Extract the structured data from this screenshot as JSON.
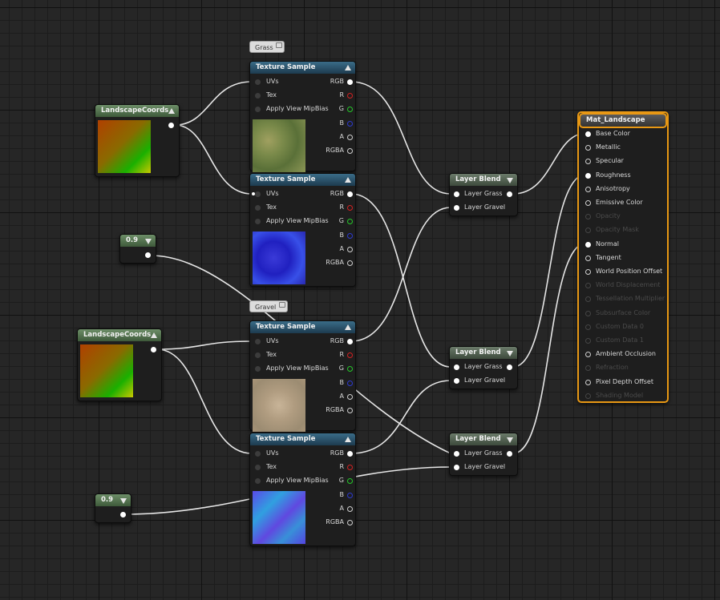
{
  "comments": {
    "grass": "Grass",
    "gravel": "Gravel"
  },
  "texture_sample": {
    "title": "Texture Sample",
    "pins": {
      "uvs": "UVs",
      "tex": "Tex",
      "apply_view_mip_bias": "Apply View MipBias",
      "rgb": "RGB",
      "r": "R",
      "g": "G",
      "b": "B",
      "a": "A",
      "rgba": "RGBA"
    }
  },
  "landscape_coords": {
    "title": "LandscapeCoords"
  },
  "constants": [
    "0.9",
    "0.9"
  ],
  "layer_blend": {
    "title": "Layer Blend",
    "pins": {
      "grass": "Layer Grass",
      "gravel": "Layer Gravel"
    }
  },
  "material": {
    "title": "Mat_Landscape",
    "inputs": [
      {
        "label": "Base Color",
        "state": "connected"
      },
      {
        "label": "Metallic",
        "state": "open"
      },
      {
        "label": "Specular",
        "state": "open"
      },
      {
        "label": "Roughness",
        "state": "connected"
      },
      {
        "label": "Anisotropy",
        "state": "open"
      },
      {
        "label": "Emissive Color",
        "state": "open"
      },
      {
        "label": "Opacity",
        "state": "disabled"
      },
      {
        "label": "Opacity Mask",
        "state": "disabled"
      },
      {
        "label": "Normal",
        "state": "connected"
      },
      {
        "label": "Tangent",
        "state": "open"
      },
      {
        "label": "World Position Offset",
        "state": "open"
      },
      {
        "label": "World Displacement",
        "state": "disabled"
      },
      {
        "label": "Tessellation Multiplier",
        "state": "disabled"
      },
      {
        "label": "Subsurface Color",
        "state": "disabled"
      },
      {
        "label": "Custom Data 0",
        "state": "disabled"
      },
      {
        "label": "Custom Data 1",
        "state": "disabled"
      },
      {
        "label": "Ambient Occlusion",
        "state": "open"
      },
      {
        "label": "Refraction",
        "state": "disabled"
      },
      {
        "label": "Pixel Depth Offset",
        "state": "open"
      },
      {
        "label": "Shading Model",
        "state": "disabled"
      }
    ]
  },
  "colors": {
    "accent_selected": "#e89814",
    "texture_header": "#2a5470",
    "wire": "#e6e6e6",
    "pin_r": "#d42020",
    "pin_g": "#25c82a",
    "pin_b": "#2c3ad0"
  }
}
